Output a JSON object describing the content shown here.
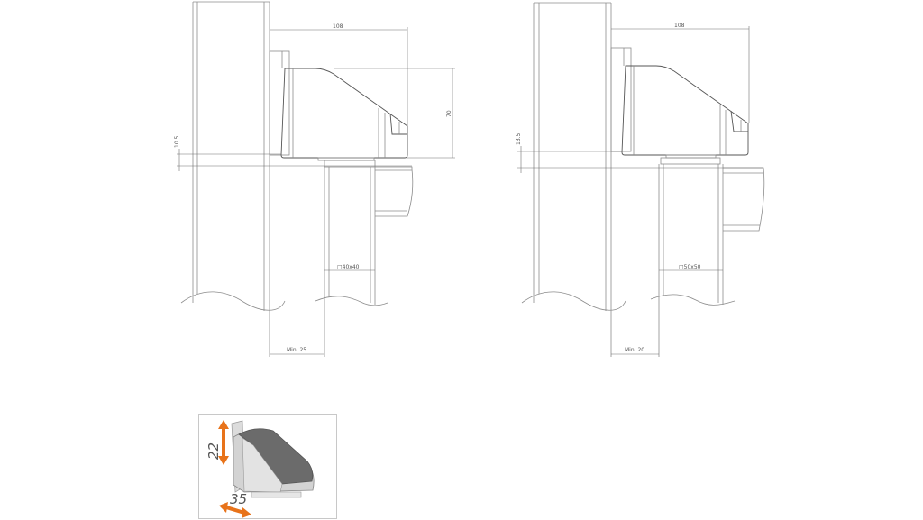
{
  "drawings": [
    {
      "id": "left",
      "post_size": "□40x40",
      "dim_width": "108",
      "dim_height": "70",
      "dim_offset": "10.5",
      "dim_min": "Min. 25"
    },
    {
      "id": "right",
      "post_size": "□50x50",
      "dim_width": "108",
      "dim_offset": "13.5",
      "dim_min": "Min. 20"
    }
  ],
  "adjustment_photo": {
    "vertical_adjust": "22",
    "horizontal_adjust": "35",
    "arrow_color": "#e8731a",
    "body_color": "#d4d4d4",
    "top_color": "#6e6e6e"
  }
}
